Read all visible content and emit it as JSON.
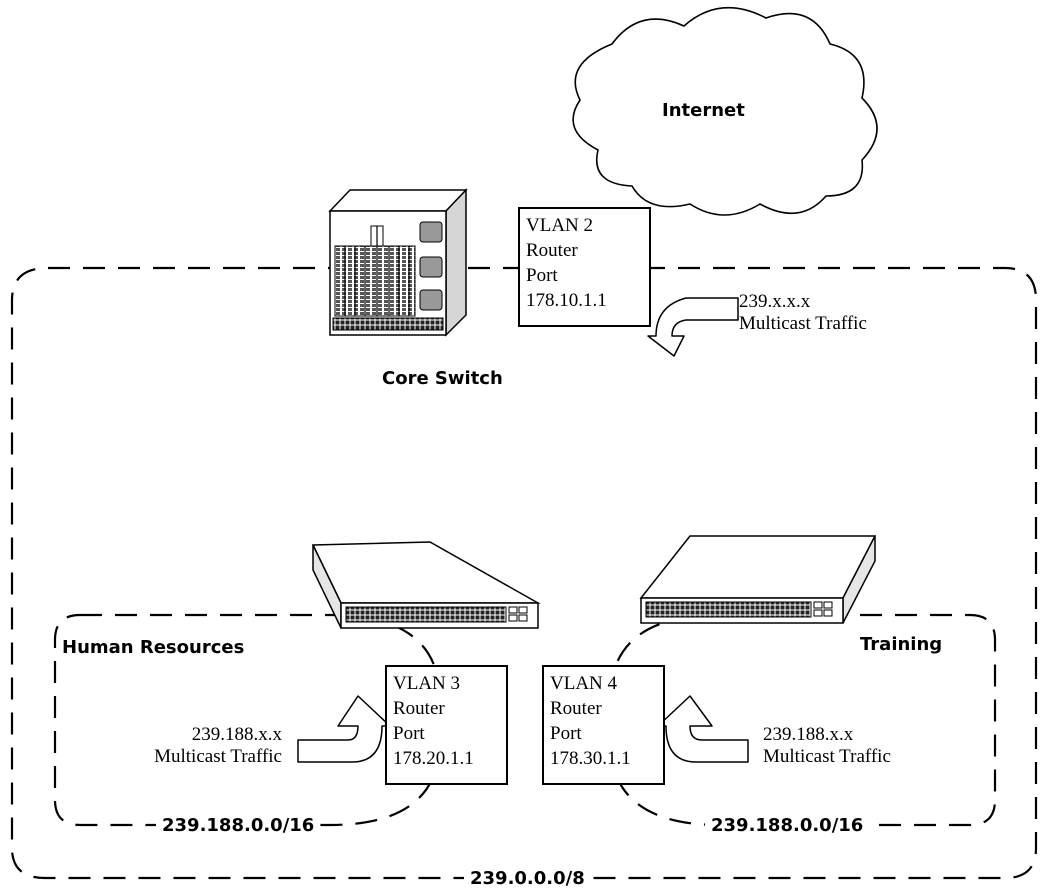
{
  "internet": {
    "label": "Internet"
  },
  "core_switch": {
    "label": "Core Switch"
  },
  "outer_zone": {
    "label": "239.0.0.0/8"
  },
  "hr_zone": {
    "name": "Human Resources",
    "range": "239.188.0.0/16"
  },
  "training_zone": {
    "name": "Training",
    "range": "239.188.0.0/16"
  },
  "vlan2": {
    "line1": "VLAN 2",
    "line2": "Router",
    "line3": "Port",
    "line4": "178.10.1.1"
  },
  "vlan3": {
    "line1": "VLAN 3",
    "line2": "Router",
    "line3": "Port",
    "line4": "178.20.1.1"
  },
  "vlan4": {
    "line1": "VLAN 4",
    "line2": "Router",
    "line3": "Port",
    "line4": "178.30.1.1"
  },
  "core_traffic": {
    "address": "239.x.x.x",
    "label": "Multicast Traffic"
  },
  "hr_traffic": {
    "address": "239.188.x.x",
    "label": "Multicast Traffic"
  },
  "training_traffic": {
    "address": "239.188.x.x",
    "label": "Multicast Traffic"
  },
  "icons": {
    "internet": "cloud-icon",
    "core_switch": "chassis-switch-icon",
    "hr_switch": "rack-switch-icon",
    "training_switch": "rack-switch-icon",
    "flow_arrows": "curved-arrow-icon"
  }
}
